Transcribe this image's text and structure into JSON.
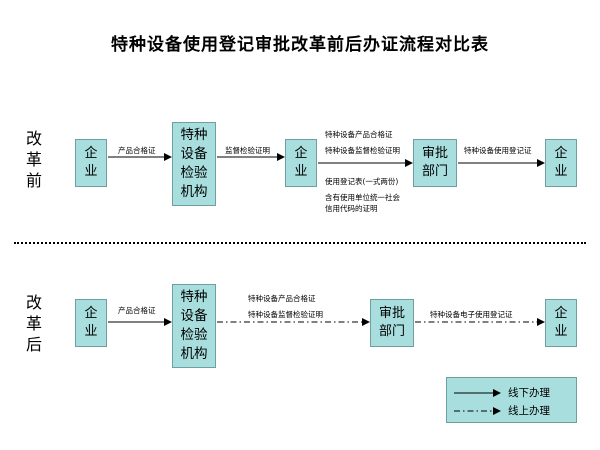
{
  "title": "特种设备使用登记审批改革前后办证流程对比表",
  "rows": {
    "before": {
      "label": [
        "改",
        "革",
        "前"
      ],
      "enterprise1": [
        "企",
        "业"
      ],
      "inspection": [
        "特种",
        "设备",
        "检验",
        "机构"
      ],
      "enterprise2": [
        "企",
        "业"
      ],
      "approval": [
        "审批",
        "部门"
      ],
      "enterprise3": [
        "企",
        "业"
      ],
      "edge_product_cert": "产品合格证",
      "edge_supervision_cert": "监督检验证明",
      "edge_docs": [
        "特种设备产品合格证",
        "特种设备监督检验证明",
        "使用登记表(一式两份)",
        "含有使用单位统一社会",
        "信用代码的证明"
      ],
      "edge_result": "特种设备使用登记证"
    },
    "after": {
      "label": [
        "改",
        "革",
        "后"
      ],
      "enterprise1": [
        "企",
        "业"
      ],
      "inspection": [
        "特种",
        "设备",
        "检验",
        "机构"
      ],
      "approval": [
        "审批",
        "部门"
      ],
      "enterprise3": [
        "企",
        "业"
      ],
      "edge_product_cert": "产品合格证",
      "edge_docs": [
        "特种设备产品合格证",
        "特种设备监督检验证明"
      ],
      "edge_result": "特种设备电子使用登记证"
    }
  },
  "legend": {
    "offline": "线下办理",
    "online": "线上办理"
  },
  "colors": {
    "box_fill": "#a9dede",
    "box_border": "#6f9f9f",
    "line": "#000000"
  }
}
